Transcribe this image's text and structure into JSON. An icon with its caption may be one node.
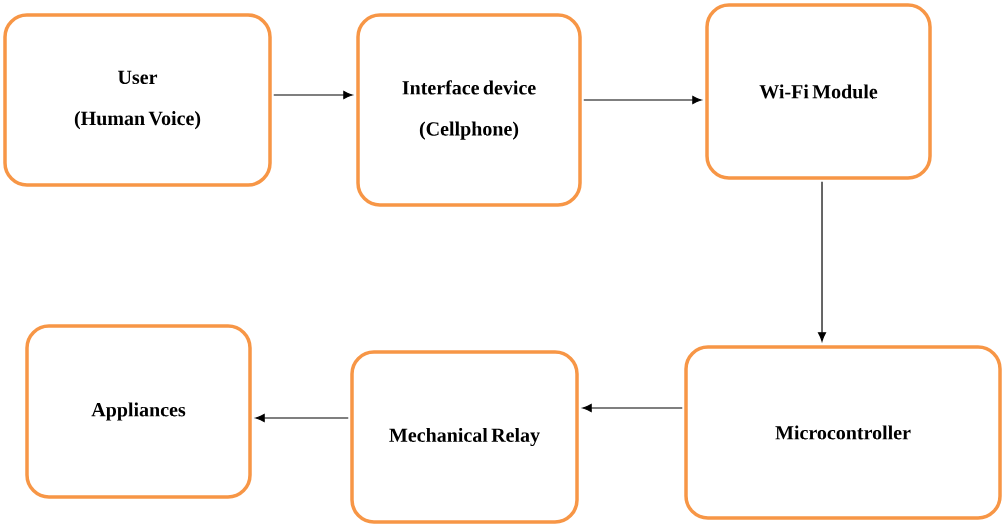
{
  "diagram": {
    "nodes": [
      {
        "text": [
          "User",
          "(Human Voice)"
        ]
      },
      {
        "text": [
          "Interface device",
          "(Cellphone)"
        ]
      },
      {
        "text": [
          "Wi-Fi Module"
        ]
      },
      {
        "text": [
          "Microcontroller"
        ]
      },
      {
        "text": [
          "Mechanical Relay"
        ]
      },
      {
        "text": [
          "Appliances"
        ]
      }
    ],
    "edges": [
      {
        "from": 0,
        "to": 1,
        "arrow": "to"
      },
      {
        "from": 1,
        "to": 2,
        "arrow": "to"
      },
      {
        "from": 2,
        "to": 3,
        "arrow": "to"
      },
      {
        "from": 3,
        "to": 4,
        "arrow": "to"
      },
      {
        "from": 4,
        "to": 5,
        "arrow": "to"
      }
    ]
  }
}
